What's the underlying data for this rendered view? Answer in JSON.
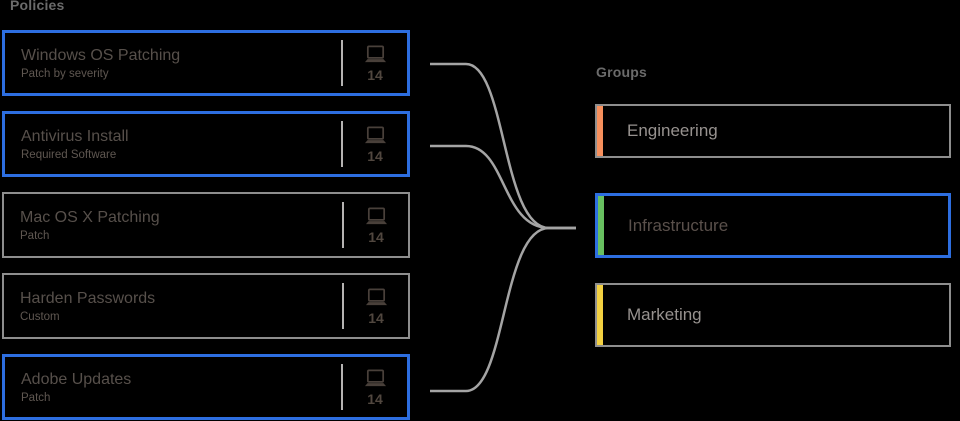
{
  "policies": {
    "label": "Policies",
    "cards": [
      {
        "title": "Windows OS Patching",
        "subtitle": "Patch by severity",
        "count": "14",
        "selected": true
      },
      {
        "title": "Antivirus Install",
        "subtitle": "Required Software",
        "count": "14",
        "selected": true
      },
      {
        "title": "Mac OS X Patching",
        "subtitle": "Patch",
        "count": "14",
        "selected": false
      },
      {
        "title": "Harden Passwords",
        "subtitle": "Custom",
        "count": "14",
        "selected": false
      },
      {
        "title": "Adobe Updates",
        "subtitle": "Patch",
        "count": "14",
        "selected": true
      }
    ],
    "device_icon": "laptop-icon"
  },
  "groups": {
    "label": "Groups",
    "cards": [
      {
        "label": "Engineering",
        "accent_color": "#f78f5c",
        "label_color": "#97928f",
        "selected": false
      },
      {
        "label": "Infrastructure",
        "accent_color": "#68bf60",
        "label_color": "#5a504b",
        "selected": true
      },
      {
        "label": "Marketing",
        "accent_color": "#f3d041",
        "label_color": "#97928f",
        "selected": false
      }
    ]
  },
  "connections": [
    {
      "from": "Windows OS Patching",
      "to": "Infrastructure"
    },
    {
      "from": "Antivirus Install",
      "to": "Infrastructure"
    },
    {
      "from": "Adobe Updates",
      "to": "Infrastructure"
    }
  ],
  "colors": {
    "background": "#000000",
    "selected_border": "#2d6ee0",
    "unselected_border": "#8e8e8e",
    "connector_line": "#a4a4a4",
    "engineering_accent": "#f78f5c",
    "infrastructure_accent": "#68bf60",
    "marketing_accent": "#f3d041"
  }
}
